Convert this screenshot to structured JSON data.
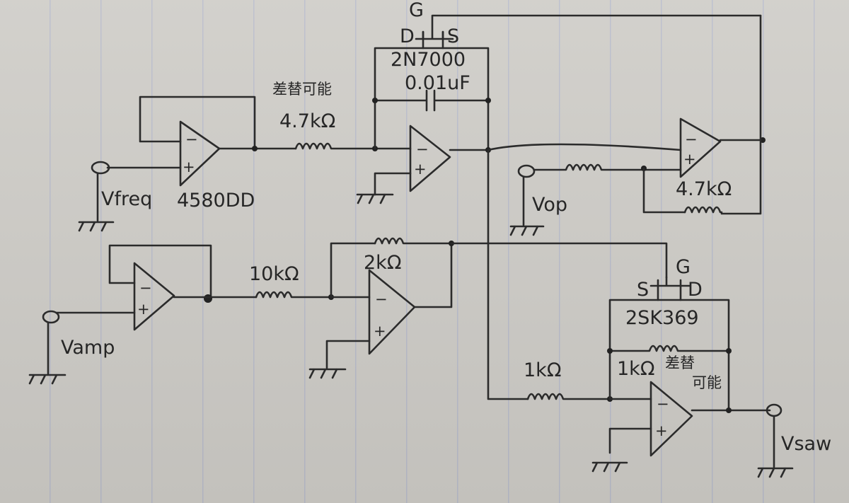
{
  "labels": {
    "mosfet_top_g": "G",
    "mosfet_top_d": "D",
    "mosfet_top_s": "S",
    "mosfet_top_part": "2N7000",
    "cap_value": "0.01uF",
    "res_variable_note": "差替可能",
    "res_4k7_top": "4.7kΩ",
    "vfreq": "Vfreq",
    "opamp_part": "4580DD",
    "vop": "Vop",
    "res_4k7_right": "4.7kΩ",
    "res_2k": "2kΩ",
    "res_10k": "10kΩ",
    "vamp": "Vamp",
    "mosfet_bot_g": "G",
    "mosfet_bot_s": "S",
    "mosfet_bot_d": "D",
    "mosfet_bot_part": "2SK369",
    "res_1k_left": "1kΩ",
    "res_1k_fb": "1kΩ",
    "res_1k_fb_note_1": "差替",
    "res_1k_fb_note_2": "可能",
    "vsaw": "Vsaw",
    "opamp_minus": "−",
    "opamp_plus": "+"
  }
}
